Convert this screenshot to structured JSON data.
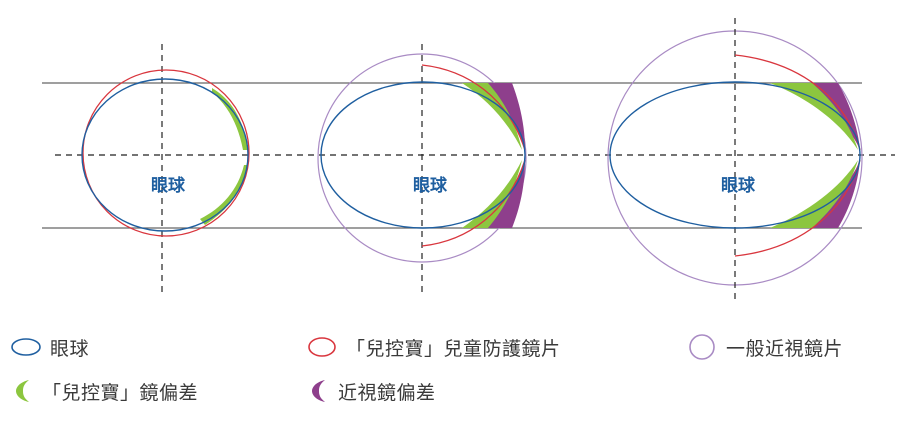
{
  "eye_label": "眼球",
  "colors": {
    "eye": "#1f5fa0",
    "child_lens": "#d9363e",
    "normal_lens": "#a98bc4",
    "child_deviation": "#8cc63f",
    "myopia_deviation": "#8e3f8c",
    "guide_line": "#666666"
  },
  "legend": {
    "eye": "眼球",
    "child_lens": "「兒控寶」兒童防護鏡片",
    "normal_lens": "一般近視鏡片",
    "child_deviation": "「兒控寶」鏡偏差",
    "myopia_deviation": "近視鏡偏差"
  }
}
